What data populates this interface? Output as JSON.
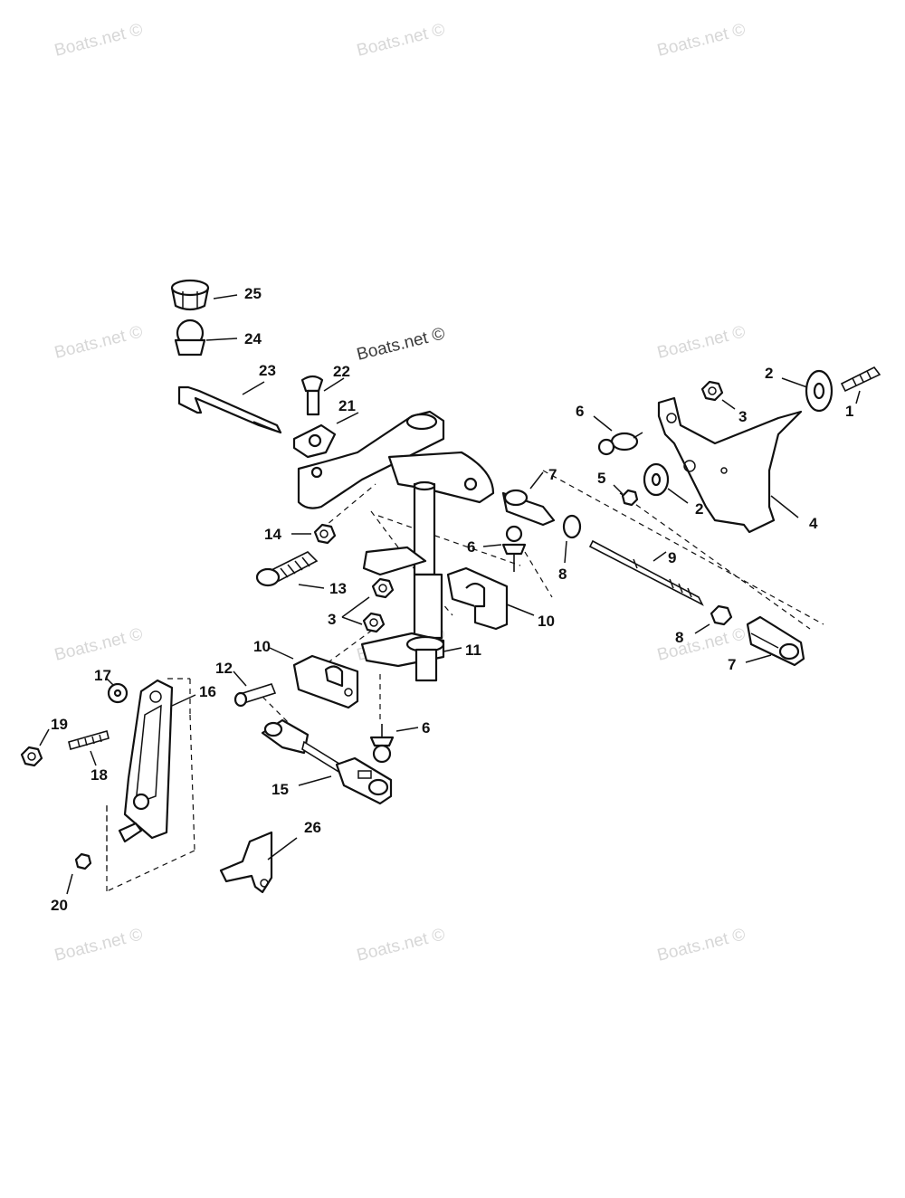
{
  "watermarks": [
    "Boats.net ©",
    "Boats.net ©",
    "Boats.net ©",
    "Boats.net ©",
    "Boats.net ©",
    "Boats.net ©",
    "Boats.net ©",
    "Boats.net ©",
    "Boats.net ©",
    "Boats.net ©",
    "Boats.net ©"
  ],
  "watermark_dark": "Boats.net ©",
  "callouts": {
    "c25": "25",
    "c24": "24",
    "c23": "23",
    "c22": "22",
    "c21": "21",
    "c2a": "2",
    "c1": "1",
    "c3a": "3",
    "c6a": "6",
    "c7a": "7",
    "c5": "5",
    "c2b": "2",
    "c4": "4",
    "c14": "14",
    "c6b": "6",
    "c8a": "8",
    "c9": "9",
    "c13": "13",
    "c3b": "3",
    "c10a": "10",
    "c11": "11",
    "c8b": "8",
    "c10b": "10",
    "c7b": "7",
    "c12": "12",
    "c17": "17",
    "c16": "16",
    "c19": "19",
    "c6c": "6",
    "c18": "18",
    "c15": "15",
    "c26": "26",
    "c20": "20"
  }
}
